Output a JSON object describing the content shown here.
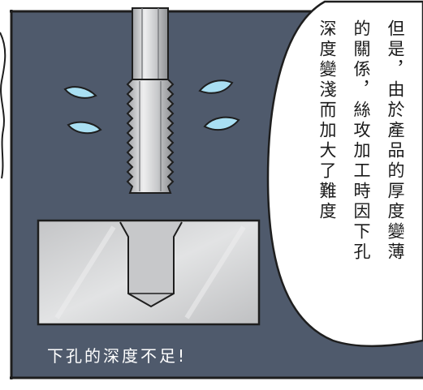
{
  "dialogue": {
    "col1": "但是，由於產品的厚度變薄",
    "col2": "的關係，絲攻加工時因下孔",
    "col3": "深度變淺而加大了難度"
  },
  "caption": "下孔的深度不足!",
  "colors": {
    "panel_background": "#4f5a6c",
    "panel_border": "#1e1e1e",
    "tap_metal": "#d9dadb",
    "block_metal": "#d7d8d9",
    "sweat_drop": "#a9dff2",
    "bubble": "#ffffff",
    "caption_text": "#ffffff"
  }
}
